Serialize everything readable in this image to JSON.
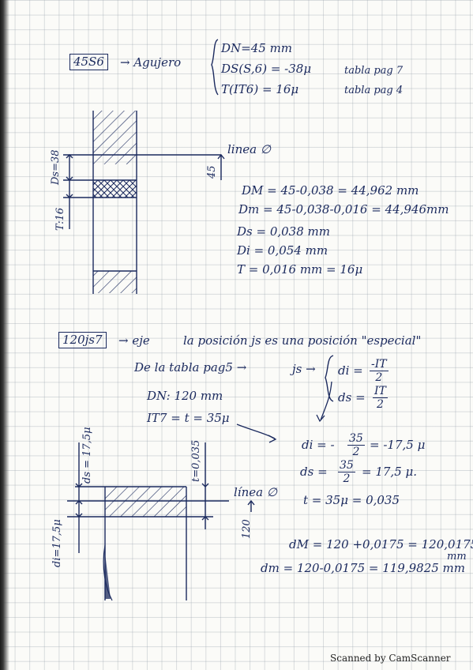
{
  "top": {
    "label": "45S6",
    "arrow_text": "→ Agujero",
    "dn": "DN=45 mm",
    "ds": "DS(S,6) = -38μ",
    "t": "T(IT6) = 16μ",
    "ref1": "tabla pag 7",
    "ref2": "tabla pag 4",
    "linea": "linea ∅",
    "dim_45": "45",
    "dim_ds": "Ds=38",
    "dim_t": "T:16",
    "dM": "DM = 45-0,038 = 44,962 mm",
    "dm": "Dm = 45-0,038-0,016 = 44,946mm",
    "ds_val": "Ds = 0,038 mm",
    "di_val": "Di = 0,054 mm",
    "t_val": "T = 0,016 mm = 16μ"
  },
  "bottom": {
    "label": "120js7",
    "arrow_text": "→ eje",
    "desc": "la posición js es una posición \"especial\"",
    "tabla": "De la tabla pag5 →",
    "js_arrow": "js →",
    "di_prefix": "di =",
    "di_num": "-IT",
    "di_den": "2",
    "ds_prefix": "ds =",
    "ds_num": "IT",
    "ds_den": "2",
    "dn": "DN: 120 mm",
    "it7": "IT7 = t = 35μ",
    "di_calc_prefix": "di = -",
    "di_calc_num": "35",
    "di_calc_den": "2",
    "di_calc_result": "= -17,5 μ",
    "ds_calc_prefix": "ds =",
    "ds_calc_num": "35",
    "ds_calc_den": "2",
    "ds_calc_result": "= 17,5 μ.",
    "t_calc": "t = 35μ = 0,035",
    "dim_ds": "ds = 17,5μ",
    "dim_t": "t=0,035",
    "dim_di": "di=17,5μ",
    "linea": "línea ∅",
    "dim_120": "120",
    "dM_calc": "dM = 120 +0,0175 = 120,0175",
    "mm_unit": "mm",
    "dm_calc": "dm = 120-0,0175 = 119,9825 mm"
  },
  "footer": "Scanned by CamScanner"
}
